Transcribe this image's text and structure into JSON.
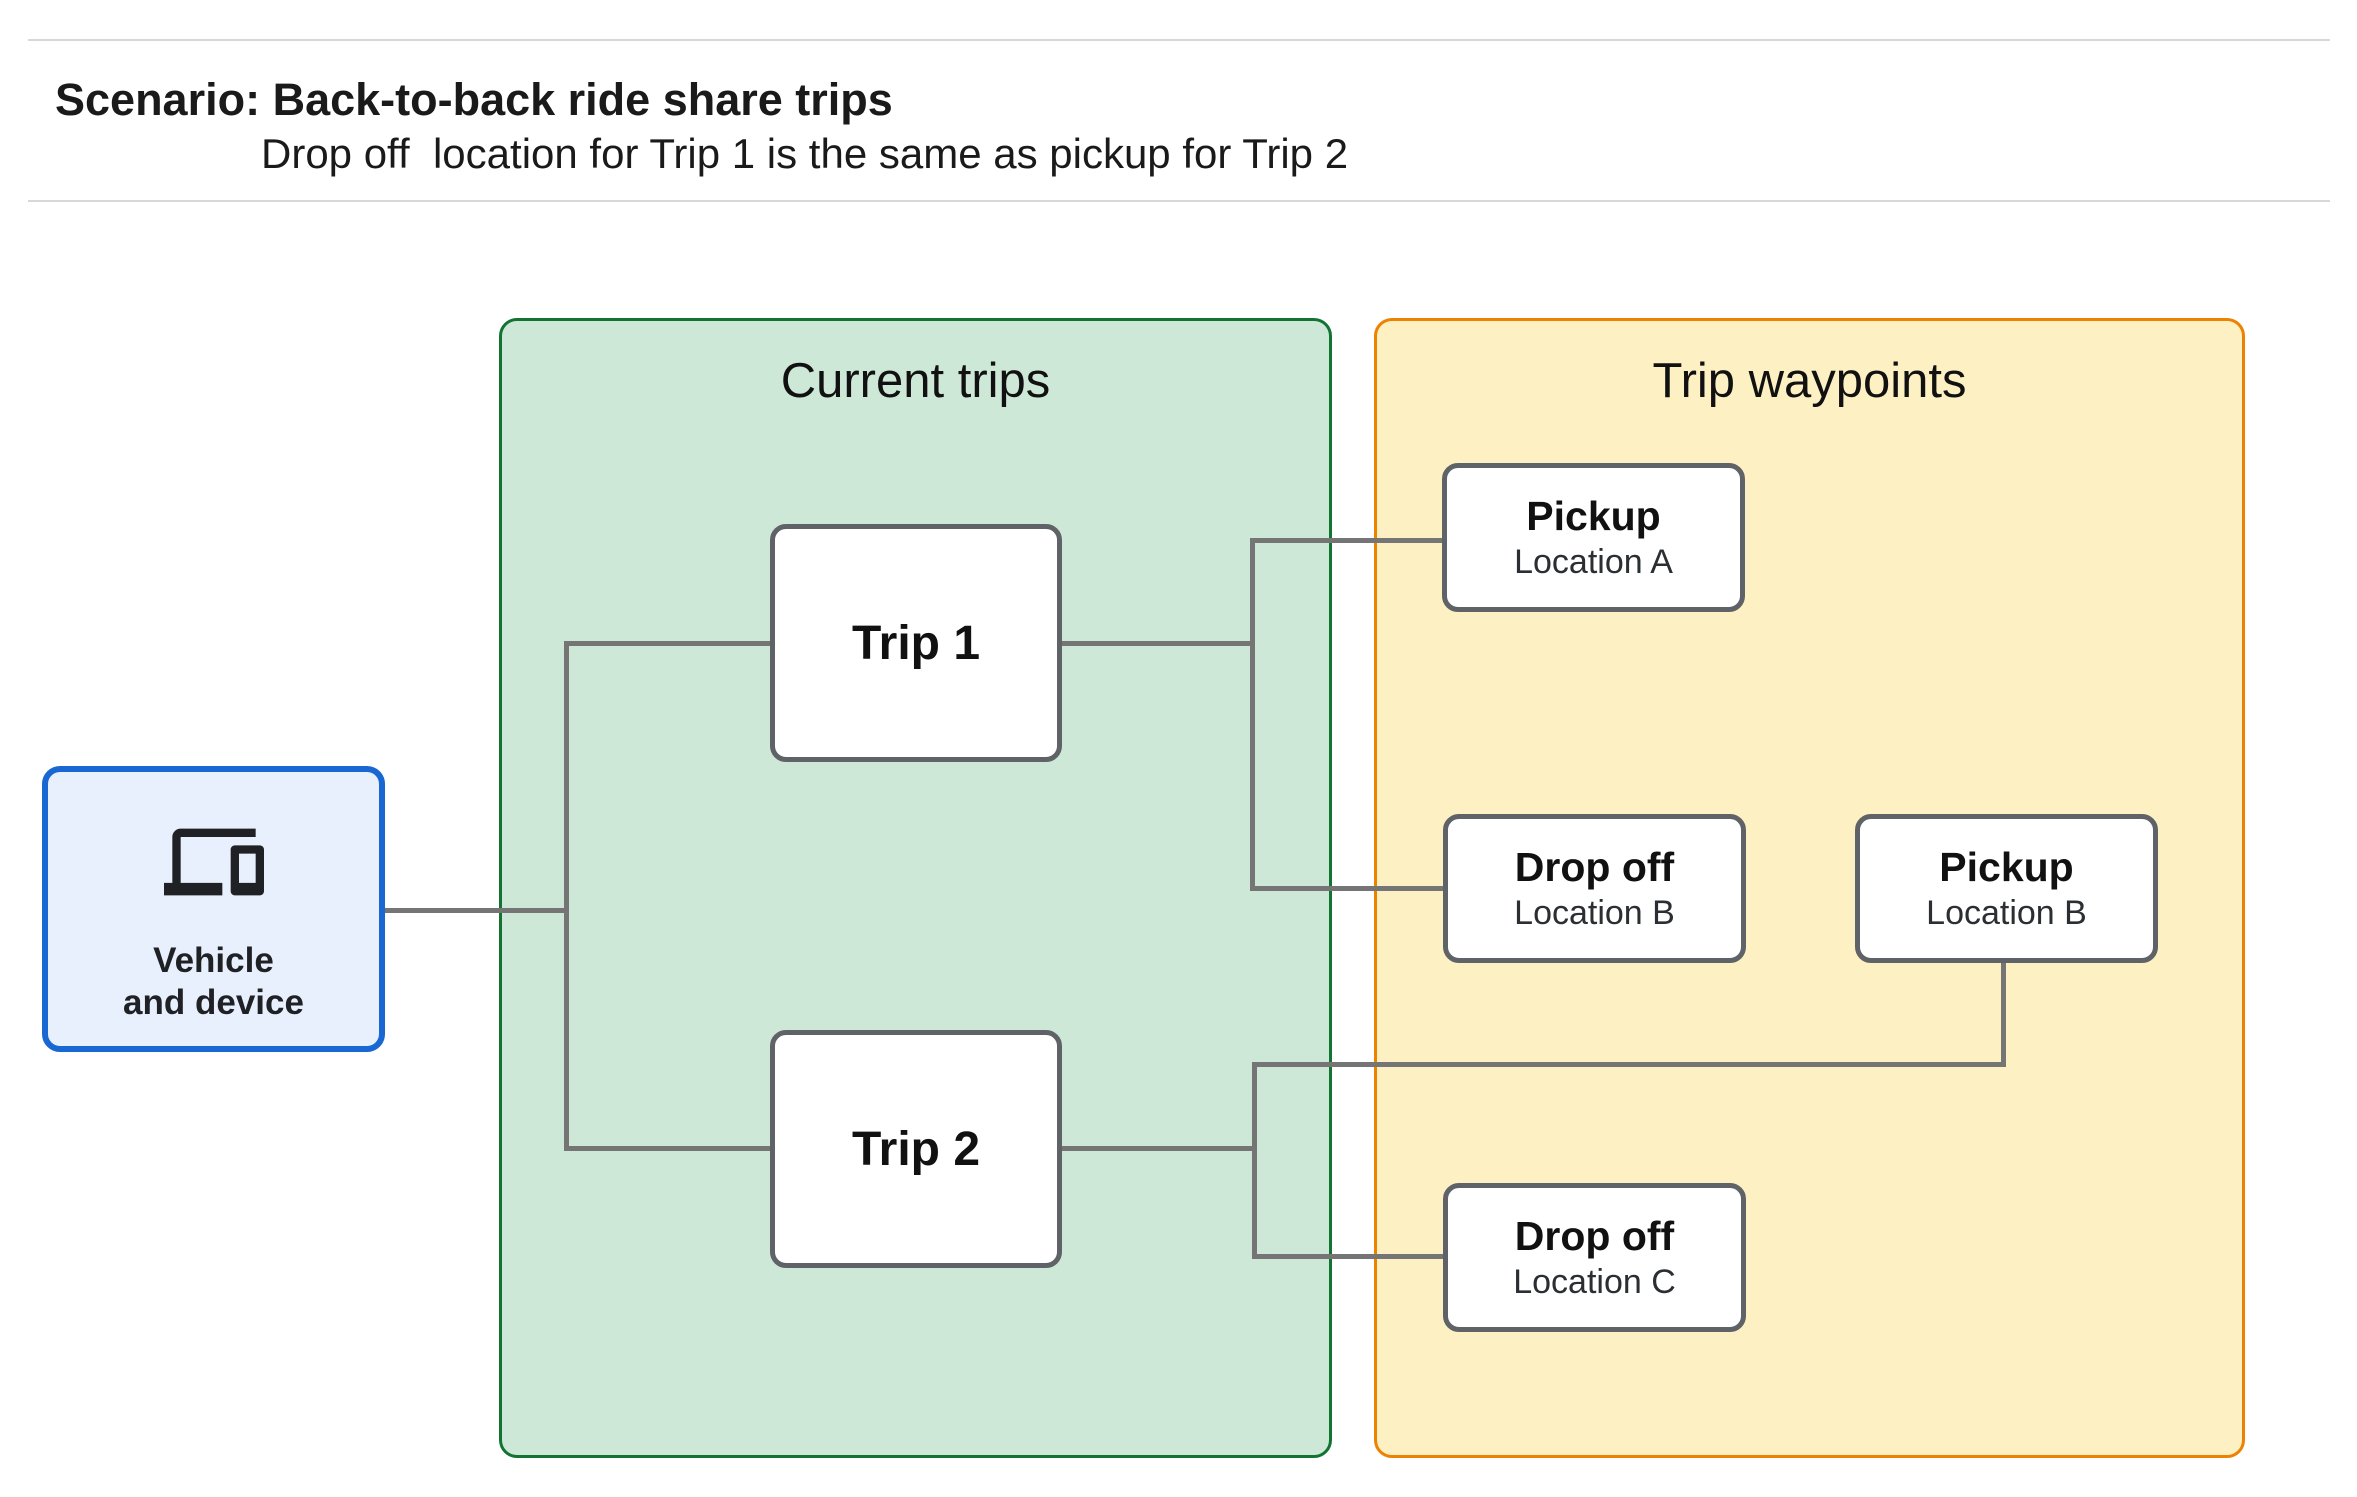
{
  "header": {
    "title": "Scenario: Back-to-back ride share trips",
    "subtitle": "Drop off  location for Trip 1 is the same as pickup for Trip 2"
  },
  "vehicle": {
    "icon": "devices-icon",
    "label_line1": "Vehicle",
    "label_line2": "and device"
  },
  "containers": {
    "current_trips": {
      "label": "Current trips"
    },
    "trip_waypoints": {
      "label": "Trip waypoints"
    }
  },
  "trips": [
    {
      "label": "Trip 1"
    },
    {
      "label": "Trip 2"
    }
  ],
  "waypoints": [
    {
      "title": "Pickup",
      "location": "Location A"
    },
    {
      "title": "Drop off",
      "location": "Location B"
    },
    {
      "title": "Pickup",
      "location": "Location B"
    },
    {
      "title": "Drop off",
      "location": "Location C"
    }
  ],
  "colors": {
    "vehicle_fill": "#e8f0fe",
    "vehicle_border": "#1967d2",
    "current_trips_fill": "#cee8d8",
    "current_trips_border": "#137333",
    "trip_waypoints_fill": "#fdf0c2",
    "trip_waypoints_border": "#ee8100",
    "node_border": "#5f6368",
    "connector": "#757575",
    "text": "#202124"
  }
}
